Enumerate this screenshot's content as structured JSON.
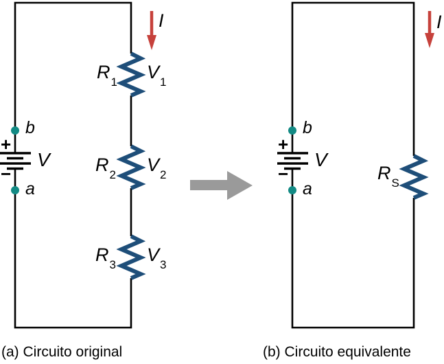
{
  "colors": {
    "wire": "#000000",
    "resistor": "#1e4e79",
    "terminal": "#128a84",
    "current_arrow": "#c6413b",
    "transform_arrow": "#9a9a9a"
  },
  "circuit_a": {
    "caption": "(a) Circuito original",
    "current": {
      "label": "I"
    },
    "battery": {
      "label": "V",
      "plus": "+",
      "minus": "−",
      "terminal_b": "b",
      "terminal_a": "a"
    },
    "resistors": [
      {
        "name": {
          "base": "R",
          "sub": "1"
        },
        "voltage": {
          "base": "V",
          "sub": "1"
        }
      },
      {
        "name": {
          "base": "R",
          "sub": "2"
        },
        "voltage": {
          "base": "V",
          "sub": "2"
        }
      },
      {
        "name": {
          "base": "R",
          "sub": "3"
        },
        "voltage": {
          "base": "V",
          "sub": "3"
        }
      }
    ]
  },
  "circuit_b": {
    "caption": "(b) Circuito equivalente",
    "current": {
      "label": "I"
    },
    "battery": {
      "label": "V",
      "plus": "+",
      "minus": "−",
      "terminal_b": "b",
      "terminal_a": "a"
    },
    "resistor": {
      "name": {
        "base": "R",
        "sub": "S"
      }
    }
  }
}
